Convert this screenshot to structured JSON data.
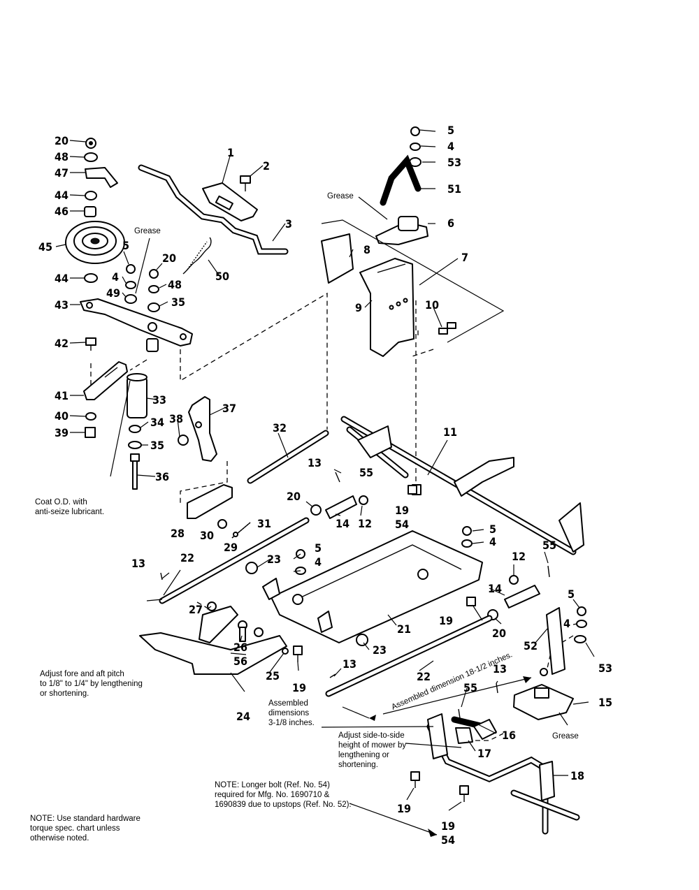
{
  "diagram": {
    "title": "",
    "parts": {
      "p1": "1",
      "p2": "2",
      "p3": "3",
      "p4a": "4",
      "p4b": "4",
      "p4c": "4",
      "p4d": "4",
      "p5a": "5",
      "p5b": "5",
      "p5c": "5",
      "p5d": "5",
      "p5e": "5",
      "p6": "6",
      "p7": "7",
      "p8": "8",
      "p9": "9",
      "p10": "10",
      "p11": "11",
      "p12a": "12",
      "p12b": "12",
      "p13a": "13",
      "p13b": "13",
      "p13c": "13",
      "p13d": "13",
      "p14a": "14",
      "p14b": "14",
      "p15": "15",
      "p16": "16",
      "p17": "17",
      "p18": "18",
      "p19a": "19",
      "p19b": "19",
      "p19c": "19",
      "p19d": "19",
      "p19e": "19",
      "p20a": "20",
      "p20b": "20",
      "p20c": "20",
      "p20d": "20",
      "p21": "21",
      "p22a": "22",
      "p22b": "22",
      "p23a": "23",
      "p23b": "23",
      "p24": "24",
      "p25": "25",
      "p26": "26",
      "p27": "27",
      "p28": "28",
      "p29": "29",
      "p30": "30",
      "p31": "31",
      "p32": "32",
      "p33": "33",
      "p34": "34",
      "p35a": "35",
      "p35b": "35",
      "p36": "36",
      "p37": "37",
      "p38": "38",
      "p39": "39",
      "p40": "40",
      "p41": "41",
      "p42": "42",
      "p43": "43",
      "p44a": "44",
      "p44b": "44",
      "p45": "45",
      "p46": "46",
      "p47": "47",
      "p48a": "48",
      "p48b": "48",
      "p49": "49",
      "p50": "50",
      "p51": "51",
      "p52": "52",
      "p53a": "53",
      "p53b": "53",
      "p54a": "54",
      "p54b": "54",
      "p55a": "55",
      "p55b": "55",
      "p55c": "55",
      "p56": "56"
    },
    "callouts": {
      "grease_left": "Grease",
      "grease_top": "Grease",
      "grease_right": "Grease",
      "assembled_18": "Assembled dimension 18-1/2 inches."
    }
  },
  "notes": {
    "coat_od": "Coat O.D. with\nanti-seize lubricant.",
    "adjust_fore_aft": "Adjust fore and aft pitch\nto 1/8\" to 1/4\" by lengthening\nor shortening.",
    "assembled_3": "Assembled\ndimensions\n3-1/8 inches.",
    "adjust_side": "Adjust side-to-side\nheight of mower by\nlengthening or\nshortening.",
    "longer_bolt": "NOTE: Longer bolt (Ref. No. 54)\nrequired for Mfg. No. 1690710 &\n1690839 due to upstops (Ref. No. 52).",
    "standard_hardware": "NOTE: Use standard hardware\ntorque spec. chart unless\notherwise noted."
  }
}
